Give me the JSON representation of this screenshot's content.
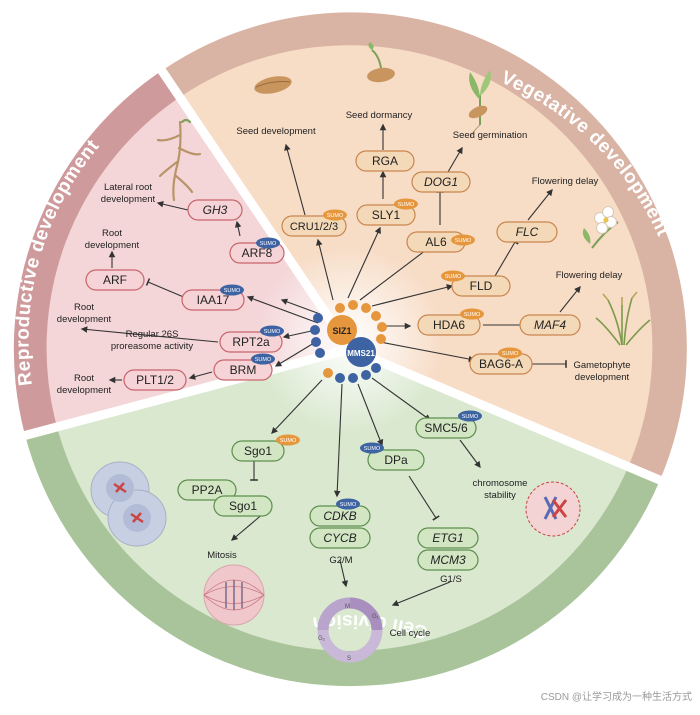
{
  "sectors": {
    "vegetative": "Vegetative development",
    "reproductive": "Reproductive development",
    "cell_division": "Cell division"
  },
  "center": {
    "siz1": "SIZ1",
    "mms21": "MMS21"
  },
  "sumo_tag": "SUMO",
  "genes": {
    "gh3": "GH3",
    "arf8": "ARF8",
    "arf": "ARF",
    "iaa17": "IAA17",
    "rpt2a": "RPT2a",
    "brm": "BRM",
    "plt": "PLT1/2",
    "cru": "CRU1/2/3",
    "rga": "RGA",
    "sly1": "SLY1",
    "dog1": "DOG1",
    "al6": "AL6",
    "flc": "FLC",
    "fld": "FLD",
    "hda6": "HDA6",
    "maf4": "MAF4",
    "bag6": "BAG6-A",
    "sgo1_a": "Sgo1",
    "pp2a": "PP2A",
    "sgo1_b": "Sgo1",
    "dpa": "DPa",
    "cdkb": "CDKB",
    "cycb": "CYCB",
    "smc": "SMC5/6",
    "etg1": "ETG1",
    "mcm3": "MCM3"
  },
  "labels": {
    "lateral_root_1": "Lateral root",
    "lateral_root_2": "development",
    "root_dev_a1": "Root",
    "root_dev_a2": "development",
    "root_dev_b1": "Root",
    "root_dev_b2": "development",
    "proteasome_1": "Regular 26S",
    "proteasome_2": "proreasome activity",
    "root_dev_c1": "Root",
    "root_dev_c2": "development",
    "seed_development": "Seed development",
    "seed_dormancy": "Seed dormancy",
    "seed_germination": "Seed germination",
    "flowering_delay_1": "Flowering delay",
    "flowering_delay_2": "Flowering delay",
    "gametophyte_1": "Gametophyte",
    "gametophyte_2": "development",
    "mitosis": "Mitosis",
    "g2m": "G2/M",
    "g1s": "G1/S",
    "chromosome_1": "chromosome",
    "chromosome_2": "stability",
    "cell_cycle": "Cell cycle",
    "phase_m": "M",
    "phase_g1": "G₁",
    "phase_s": "S",
    "phase_g2": "G₂"
  },
  "watermark": "CSDN @让学习成为一种生活方式",
  "colors": {
    "vegetative_ring": "#d9b3a3",
    "vegetative_fill": "#f7dcc6",
    "reproductive_ring": "#cf9a9c",
    "reproductive_fill": "#f4d6d8",
    "division_ring": "#a9c49a",
    "division_fill": "#d9e8cf",
    "orange_box": "#f4d9b8",
    "orange_border": "#c9864e",
    "pink_box": "#f6d3d6",
    "pink_border": "#c8646c",
    "green_box": "#d3e6c4",
    "green_border": "#5e8f4e",
    "siz1": "#e6973e",
    "mms21": "#3e63a3",
    "sumo_orange": "#e6973e",
    "sumo_blue": "#3e63a3"
  }
}
